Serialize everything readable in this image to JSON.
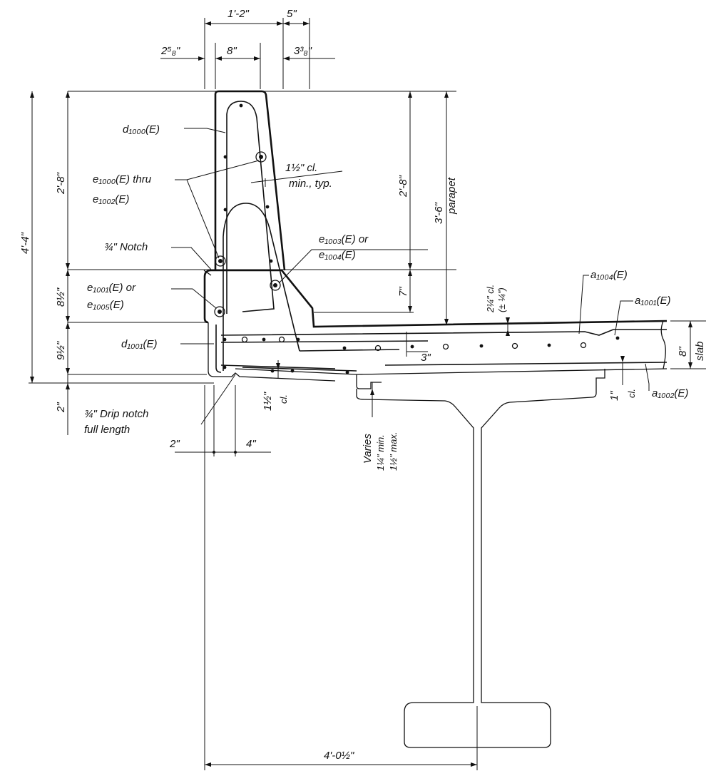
{
  "dimensions": {
    "top_1_2": "1'-2\"",
    "top_5": "5\"",
    "top_2_5_8": "2⁵₈\"",
    "top_8": "8\"",
    "top_3_3_8": "3³₈\"",
    "left_4_4": "4'-4\"",
    "left_2_8": "2'-8\"",
    "left_8_half": "8½\"",
    "left_9_half": "9½\"",
    "left_2": "2\"",
    "right_2_8": "2'-8\"",
    "right_3_6": "3'-6\"",
    "parapet": "parapet",
    "right_7": "7\"",
    "cover_2_1_4": "2¼\" cl.",
    "cover_tol": "(± ¼\")",
    "slab_8": "8\"",
    "slab": "slab",
    "dim_3": "3\"",
    "dim_1": "1\"",
    "cl_1": "cl.",
    "bottom_1_half": "1½\"",
    "cl_2": "cl.",
    "bottom_2": "2\"",
    "bottom_4": "4\"",
    "bottom_4_0_half": "4'-0½\"",
    "varies": "Varies",
    "varies_min": "1¼\" min.",
    "varies_max": "1½\" max.",
    "cl_min_1": "1½\" cl.",
    "cl_min_2": "min., typ."
  },
  "labels": {
    "d1000": "d₁₀₀₀(E)",
    "e1000_1": "e₁₀₀₀(E) thru",
    "e1000_2": "e₁₀₀₂(E)",
    "notch": "¾\" Notch",
    "e1003_1": "e₁₀₀₃(E) or",
    "e1003_2": "e₁₀₀₄(E)",
    "e1001_1": "e₁₀₀₁(E) or",
    "e1001_2": "e₁₀₀₅(E)",
    "d1001": "d₁₀₀₁(E)",
    "a1004": "a₁₀₀₄(E)",
    "a1001": "a₁₀₀₁(E)",
    "a1002": "a₁₀₀₂(E)",
    "drip_1": "¾\" Drip notch",
    "drip_2": "full length"
  }
}
